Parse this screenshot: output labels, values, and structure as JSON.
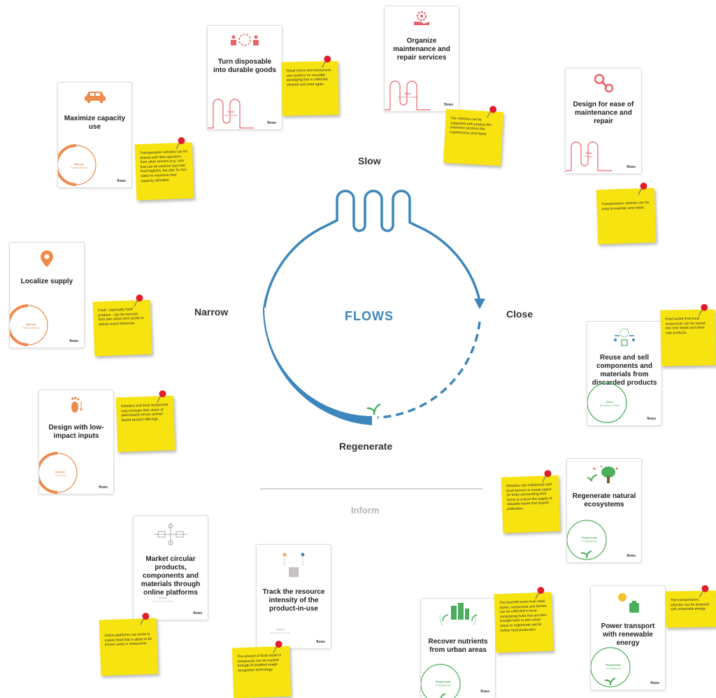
{
  "center": {
    "title": "FLOWS"
  },
  "strategies": {
    "slow": "Slow",
    "narrow": "Narrow",
    "close": "Close",
    "regenerate": "Regenerate",
    "inform": "Inform"
  },
  "colors": {
    "blue": "#3d86bb",
    "slow_red": "#e8646b",
    "narrow_orange": "#ee8a4c",
    "regenerate_green": "#4cae5c",
    "note_yellow": "#f7e30f",
    "pin_red": "#e11d2b",
    "inform_grey": "#b5b5b5"
  },
  "cards": {
    "maximize": {
      "title": "Maximize capacity use",
      "tag": "Narrow",
      "tag_sub": "Transportation",
      "icon": "car-icon"
    },
    "turn_disposable": {
      "title": "Turn disposable into durable goods",
      "tag": "Slow",
      "tag_sub": "Use phase",
      "icon": "reuse-cycle-icon"
    },
    "organize": {
      "title": "Organize maintenance and repair services",
      "tag": "Slow",
      "tag_sub": "Business model",
      "icon": "hand-gear-icon"
    },
    "design_ease": {
      "title": "Design for ease of maintenance and repair",
      "tag": "Slow",
      "tag_sub": "Design",
      "icon": "tools-icon"
    },
    "localize": {
      "title": "Localize supply",
      "tag": "Narrow",
      "tag_sub": "Transportation",
      "icon": "location-pin-icon"
    },
    "design_low": {
      "title": "Design with low-impact inputs",
      "tag": "Narrow",
      "tag_sub": "Products",
      "icon": "footprint-icon"
    },
    "reuse_sell": {
      "title": "Reuse and sell components and materials from discarded products",
      "tag": "Close",
      "tag_sub": "Business model",
      "icon": "components-icon"
    },
    "regenerate_eco": {
      "title": "Regenerate natural ecosystems",
      "tag": "Regenerate",
      "tag_sub": "Ecosystems",
      "icon": "tree-icon"
    },
    "market": {
      "title": "Market circular products, components and materials through online platforms",
      "tag": "Inform",
      "tag_sub": "Business model",
      "icon": "network-icon"
    },
    "track": {
      "title": "Track the resource intensity of the product-in-use",
      "tag": "Inform",
      "tag_sub": "Business model",
      "icon": "tracking-icon"
    },
    "recover": {
      "title": "Recover nutrients from urban areas",
      "tag": "Regenerate",
      "tag_sub": "Ecosystems",
      "icon": "city-plants-icon"
    },
    "power": {
      "title": "Power transport with renewable energy",
      "tag": "Regenerate",
      "tag_sub": "Ecosystems",
      "icon": "sun-battery-icon"
    }
  },
  "logo_text": "flows",
  "notes": {
    "maximize": "Transportation vehicles can be shared with fleet operators from other sectors (e.g. cars that can be used for last-mile food logistics, but also for taxi rides) to maximize their capacity utilization",
    "turn_disposable": "Retail stores and restaurants use systems for reusable packaging that is collected, cleaned and used again",
    "organize": "The vehicles can be supported with product life-extension services like maintenance and repair.",
    "design_ease": "Transportation vehicles can be easy to maintain and repair.",
    "localize": "Food - especially fresh produce - can be sourced from peri-urban farm areas to reduce travel distances",
    "design_low": "Retailers and local restaurants may increase their share of plant-based versus animal-based product offerings",
    "reuse_sell": "Food waste from local restaurants can be turned into new meals and other side products",
    "regenerate_eco": "Retailers can collaborate with local farmers to create space for trees surrounding their farms to ensure the supply of valuable inputs that require pollination.",
    "market": "Online platforms can serve to market food that is about to be thrown away in restaurants",
    "track": "The amount of food waste in restaurants can be tracked through AI-enabled image recognition technology",
    "recover": "The food left-overs from retail stores, restaurants and homes can be collected in local composting hubs that are then brought back to peri-urban areas to regenerate soil for further food production",
    "power": "The transportation vehicles can be powered with renewable energy"
  }
}
